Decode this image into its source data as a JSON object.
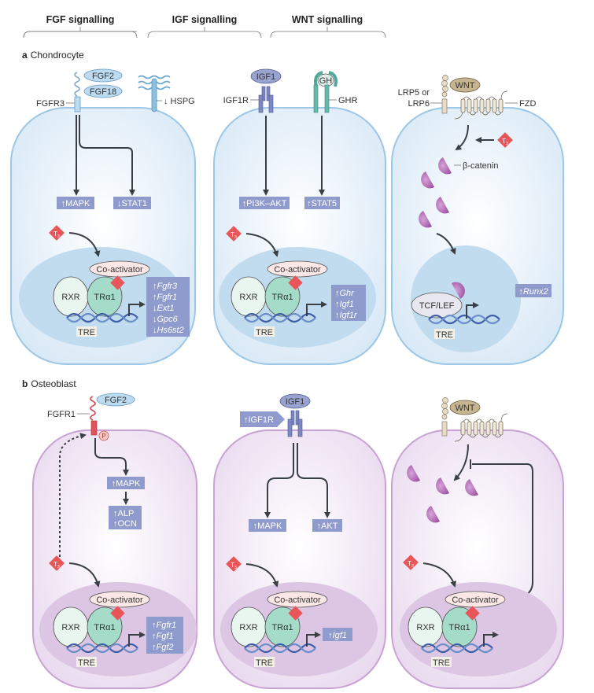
{
  "columns": {
    "fgf": "FGF signalling",
    "igf": "IGF signalling",
    "wnt": "WNT signalling"
  },
  "sections": {
    "a": {
      "letter": "a",
      "title": "Chondrocyte"
    },
    "b": {
      "letter": "b",
      "title": "Osteoblast"
    }
  },
  "common": {
    "t3": "T",
    "t3_sub": "3",
    "coactivator": "Co-activator",
    "rxr": "RXR",
    "tra1": "TRα1",
    "tre": "TRE"
  },
  "chondrocyte": {
    "fgf": {
      "ligands": [
        "FGF2",
        "FGF18"
      ],
      "receptor": "FGFR3",
      "hspg": "↓ HSPG",
      "effectors": [
        "↑MAPK",
        "↓STAT1"
      ],
      "genes": [
        "↑Fgfr3",
        "↑Fgfr1",
        "↓Ext1",
        "↓Gpc6",
        "↓Hs6st2"
      ]
    },
    "igf": {
      "ligand": "IGF1",
      "receptor": "IGF1R",
      "gh": "GH",
      "ghr": "GHR",
      "effectors": [
        "↑PI3K–AKT",
        "↑STAT5"
      ],
      "genes": [
        "↑Ghr",
        "↑Igf1",
        "↑Igf1r"
      ]
    },
    "wnt": {
      "ligand": "WNT",
      "lrp": [
        "LRP5 or",
        "LRP6"
      ],
      "fzd": "FZD",
      "catenin": "β-catenin",
      "tcf": "TCF/LEF",
      "genes": [
        "↑Runx2"
      ]
    }
  },
  "osteoblast": {
    "fgf": {
      "ligand": "FGF2",
      "receptor": "FGFR1",
      "phospho": "P",
      "effectors": [
        "↑MAPK",
        "↑ALP",
        "↑OCN"
      ],
      "genes": [
        "↑Fgfr1",
        "↑Fgf1",
        "↑Fgf2"
      ]
    },
    "igf": {
      "ligand": "IGF1",
      "receptor": "↑IGF1R",
      "effectors": [
        "↑MAPK",
        "↑AKT"
      ],
      "genes": [
        "↑Igf1"
      ]
    },
    "wnt": {
      "ligand": "WNT"
    }
  },
  "colors": {
    "chondro_cell": "#e3eef8",
    "chondro_membrane": "#9cc7e6",
    "chondro_nucleus": "#c2dcef",
    "osteo_cell": "#efe4f2",
    "osteo_membrane": "#c9a3d3",
    "osteo_nucleus": "#ddc6e4",
    "effector_box": "#8f9bcc",
    "t3": "#e8565a",
    "catenin": "#a259a8",
    "tra1": "#a5dcc9",
    "rxr": "#e9f5ef",
    "coactivator": "#fbe8e6"
  }
}
